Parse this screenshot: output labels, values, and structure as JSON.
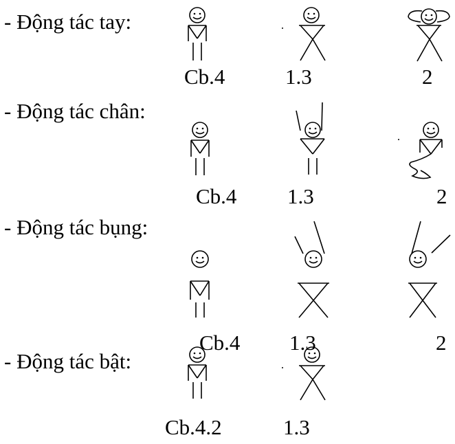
{
  "sections": [
    {
      "title": "- Động tác tay:",
      "labels": [
        "Cb.4",
        "1.3",
        "2"
      ]
    },
    {
      "title": "- Động tác chân:",
      "labels": [
        "Cb.4",
        "1.3",
        "2"
      ]
    },
    {
      "title": "- Động tác bụng:",
      "labels": [
        "Cb.4",
        "1.3",
        "2"
      ]
    },
    {
      "title": "- Động tác bật:",
      "labels": [
        "Cb.4.2",
        "1.3"
      ]
    }
  ]
}
